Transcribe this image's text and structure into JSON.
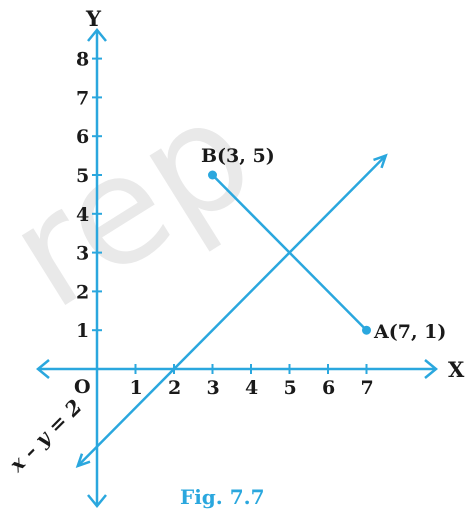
{
  "watermark": "rep",
  "axes": {
    "x_name": "X",
    "y_name": "Y",
    "origin": "O",
    "x_ticks": [
      "1",
      "2",
      "3",
      "4",
      "5",
      "6",
      "7"
    ],
    "y_ticks": [
      "1",
      "2",
      "3",
      "4",
      "5",
      "6",
      "7",
      "8"
    ]
  },
  "points": {
    "A": {
      "label": "A(7, 1)",
      "x": 7,
      "y": 1
    },
    "B": {
      "label": "B(3, 5)",
      "x": 3,
      "y": 5
    }
  },
  "line": {
    "label": "x – y = 2",
    "x_from": -0.5,
    "x_to": 7.5
  },
  "caption": "Fig. 7.7",
  "colors": {
    "line": "#2aa7de",
    "text": "#1a1a1a",
    "point": "#2aa7de",
    "caption": "#2aa7de",
    "watermark": "#e9e9e9"
  }
}
